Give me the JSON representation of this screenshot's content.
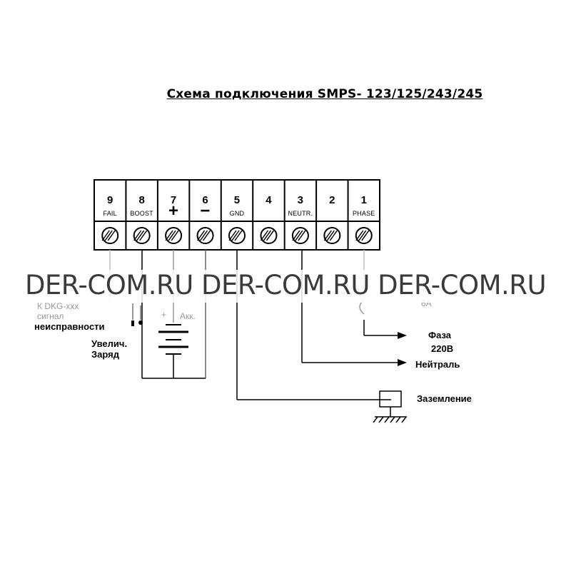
{
  "title": "Схема подключения SMPS- 123/125/243/245",
  "terminals": [
    {
      "number": "9",
      "label": "FAIL"
    },
    {
      "number": "8",
      "label": "BOOST"
    },
    {
      "number": "7",
      "label": "+"
    },
    {
      "number": "6",
      "label": "−"
    },
    {
      "number": "5",
      "label": "GND"
    },
    {
      "number": "4",
      "label": ""
    },
    {
      "number": "3",
      "label": "NEUTR."
    },
    {
      "number": "2",
      "label": ""
    },
    {
      "number": "1",
      "label": "PHASE"
    }
  ],
  "labels": {
    "dkg_line1": "К DKG-xxx",
    "dkg_line2": "сигнал",
    "dkg_line3": "неисправности",
    "boost_line1": "Увелич.",
    "boost_line2": "Заряд",
    "battery_plus": "+",
    "battery": "Акк.",
    "fuse": "6A",
    "phase_line1": "Фаза",
    "phase_line2": "220В",
    "neutral": "Нейтраль",
    "ground": "Заземление"
  },
  "watermark": "DER-COM.RU DER-COM.RU DER-COM.RU"
}
